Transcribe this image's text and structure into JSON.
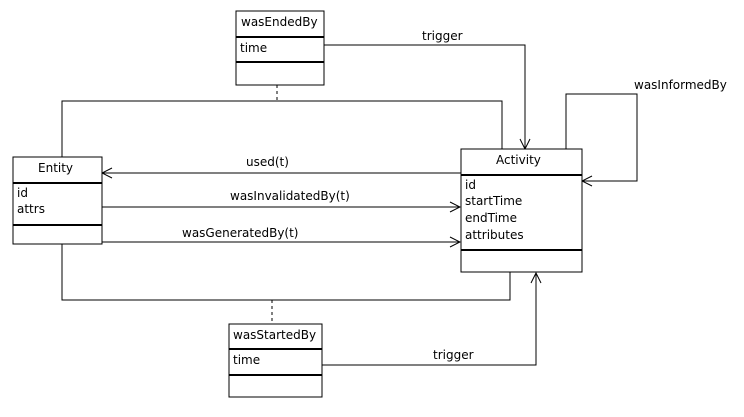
{
  "classes": {
    "wasEndedBy": {
      "name": "wasEndedBy",
      "attrs": [
        "time"
      ]
    },
    "entity": {
      "name": "Entity",
      "attrs": [
        "id",
        "attrs"
      ]
    },
    "activity": {
      "name": "Activity",
      "attrs": [
        "id",
        "startTime",
        "endTime",
        "attributes"
      ]
    },
    "wasStartedBy": {
      "name": "wasStartedBy",
      "attrs": [
        "time"
      ]
    }
  },
  "relations": {
    "trigger_top": "trigger",
    "trigger_bottom": "trigger",
    "wasInformedBy": "wasInformedBy",
    "used": "used(t)",
    "wasInvalidatedBy": "wasInvalidatedBy(t)",
    "wasGeneratedBy": "wasGeneratedBy(t)"
  }
}
